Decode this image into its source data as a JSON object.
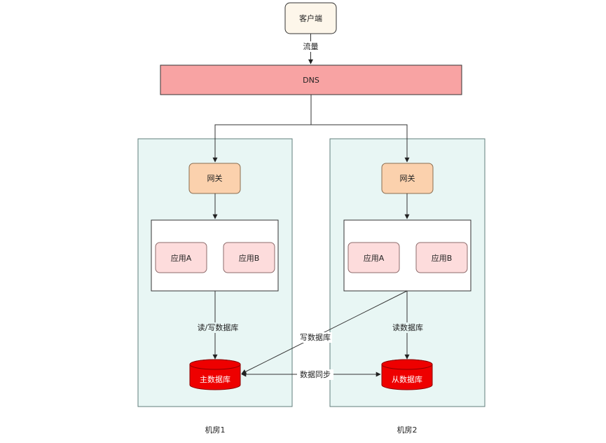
{
  "diagram": {
    "client": "客户端",
    "traffic_label": "流量",
    "dns": "DNS",
    "room1": {
      "caption": "机房1",
      "gateway": "网关",
      "app_a": "应用A",
      "app_b": "应用B",
      "edge_label": "读/写数据库",
      "database": "主数据库"
    },
    "room2": {
      "caption": "机房2",
      "gateway": "网关",
      "app_a": "应用A",
      "app_b": "应用B",
      "edge_label": "读数据库",
      "database": "从数据库"
    },
    "cross_write_label": "写数据库",
    "sync_label": "数据同步"
  },
  "colors": {
    "client_fill": "#fdf6ea",
    "dns_fill": "#f8a3a3",
    "room_fill": "#e8f6f4",
    "room_stroke": "#607d7b",
    "gateway_fill": "#fbd1ad",
    "app_fill": "#fddcdc",
    "database_fill": "#ee0000"
  }
}
